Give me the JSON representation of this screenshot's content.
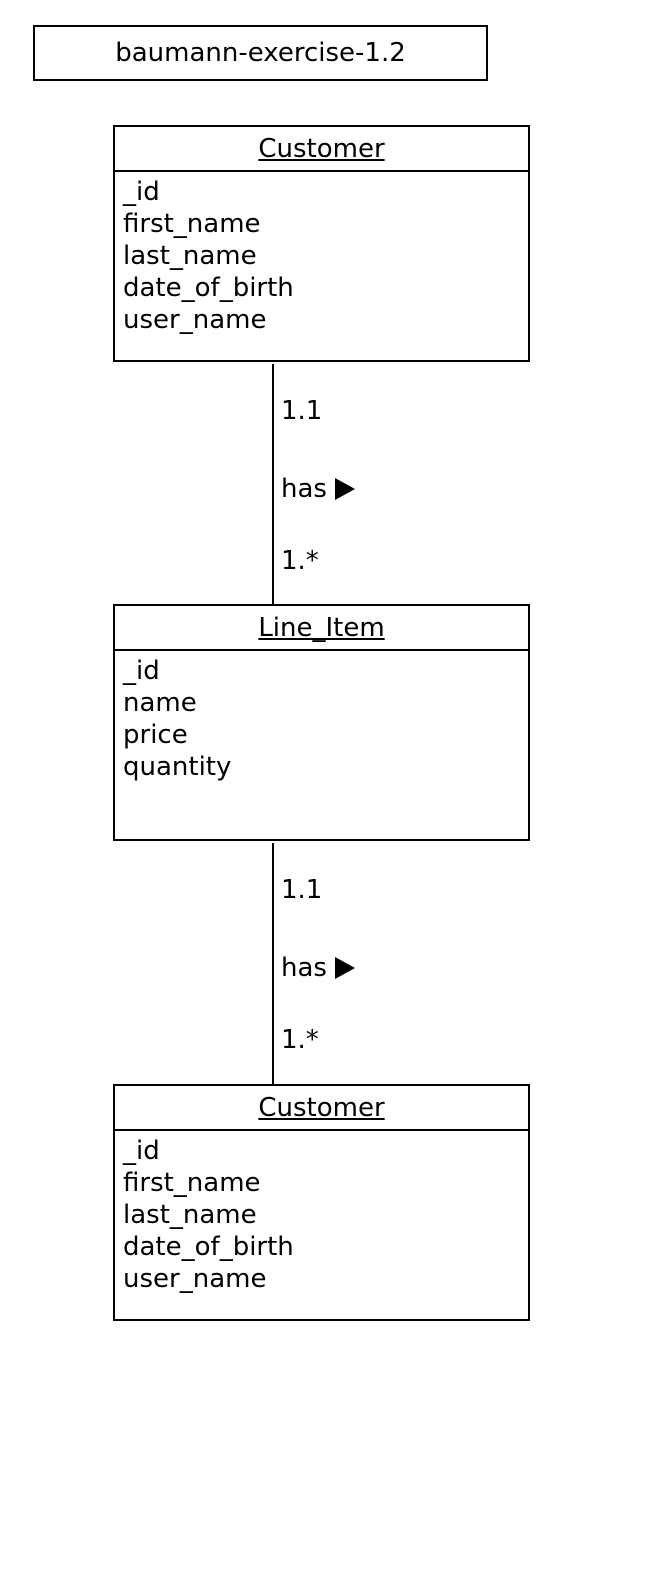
{
  "diagram_title": "baumann-exercise-1.2",
  "classes": [
    {
      "name": "Customer",
      "attributes": [
        "_id",
        "first_name",
        "last_name",
        "date_of_birth",
        "user_name"
      ]
    },
    {
      "name": "Line_Item",
      "attributes": [
        "_id",
        "name",
        "price",
        "quantity"
      ]
    },
    {
      "name": "Customer",
      "attributes": [
        "_id",
        "first_name",
        "last_name",
        "date_of_birth",
        "user_name"
      ]
    }
  ],
  "associations": [
    {
      "source_multiplicity": "1.1",
      "label": "has",
      "target_multiplicity": "1.*"
    },
    {
      "source_multiplicity": "1.1",
      "label": "has",
      "target_multiplicity": "1.*"
    }
  ]
}
